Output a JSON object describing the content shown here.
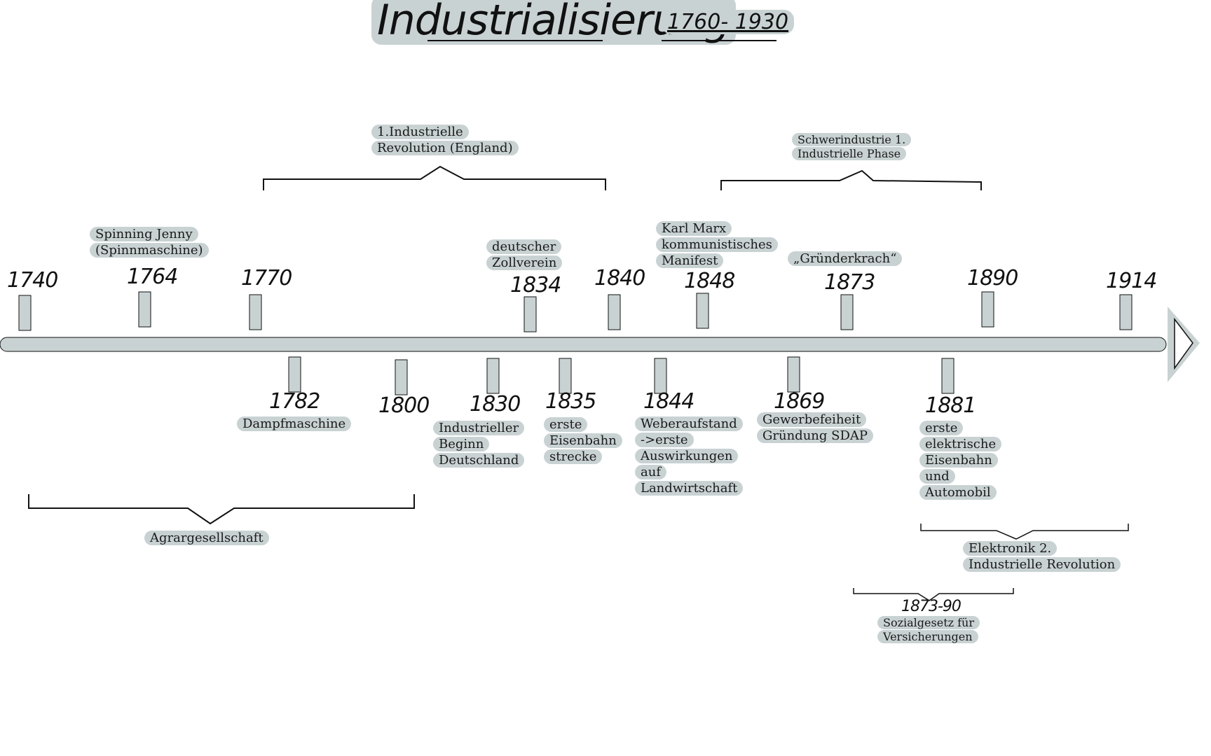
{
  "title": "Industrialisierung",
  "title_range": "1760- 1930",
  "colors": {
    "highlight": "#c9d2d3",
    "axis": "#c9d2d3",
    "ink": "#111111"
  },
  "years_above": [
    {
      "label": "1740"
    },
    {
      "label": "1764"
    },
    {
      "label": "1770"
    },
    {
      "label": "1834"
    },
    {
      "label": "1840"
    },
    {
      "label": "1848"
    },
    {
      "label": "1873"
    },
    {
      "label": "1890"
    },
    {
      "label": "1914"
    }
  ],
  "years_below": [
    {
      "label": "1782"
    },
    {
      "label": "1800"
    },
    {
      "label": "1830"
    },
    {
      "label": "1835"
    },
    {
      "label": "1844"
    },
    {
      "label": "1869"
    },
    {
      "label": "1881"
    }
  ],
  "events": {
    "spinning_jenny": [
      "Spinning Jenny",
      "(Spinnmaschine)"
    ],
    "zollverein": [
      "deutscher",
      "Zollverein"
    ],
    "karl_marx": [
      "Karl Marx",
      "kommunistisches",
      "Manifest"
    ],
    "gruenderkrach": [
      "„Gründerkrach“"
    ],
    "dampfmaschine": [
      "Dampfmaschine"
    ],
    "industrieller_beginn": [
      "Industrieller",
      "Beginn",
      "Deutschland"
    ],
    "eisenbahn": [
      "erste",
      "Eisenbahn",
      "strecke"
    ],
    "weberaufstand": [
      "Weberaufstand",
      "->erste",
      "Auswirkungen",
      "auf",
      "Landwirtschaft"
    ],
    "gewerbefreiheit": [
      "Gewerbefeiheit",
      "Gründung SDAP"
    ],
    "elektrische_eisenbahn": [
      "erste",
      "elektrische",
      "Eisenbahn",
      "und",
      "Automobil"
    ]
  },
  "periods": {
    "revolution_1": [
      "1.Industrielle",
      "Revolution (England)"
    ],
    "schwerindustrie": [
      "Schwerindustrie 1.",
      "Industrielle Phase"
    ],
    "agrargesellschaft": [
      "Agrargesellschaft"
    ],
    "elektronik": [
      "Elektronik 2.",
      "Industrielle Revolution"
    ],
    "sozialgesetz_range": "1873-90",
    "sozialgesetz": [
      "Sozialgesetz für",
      "Versicherungen"
    ]
  }
}
